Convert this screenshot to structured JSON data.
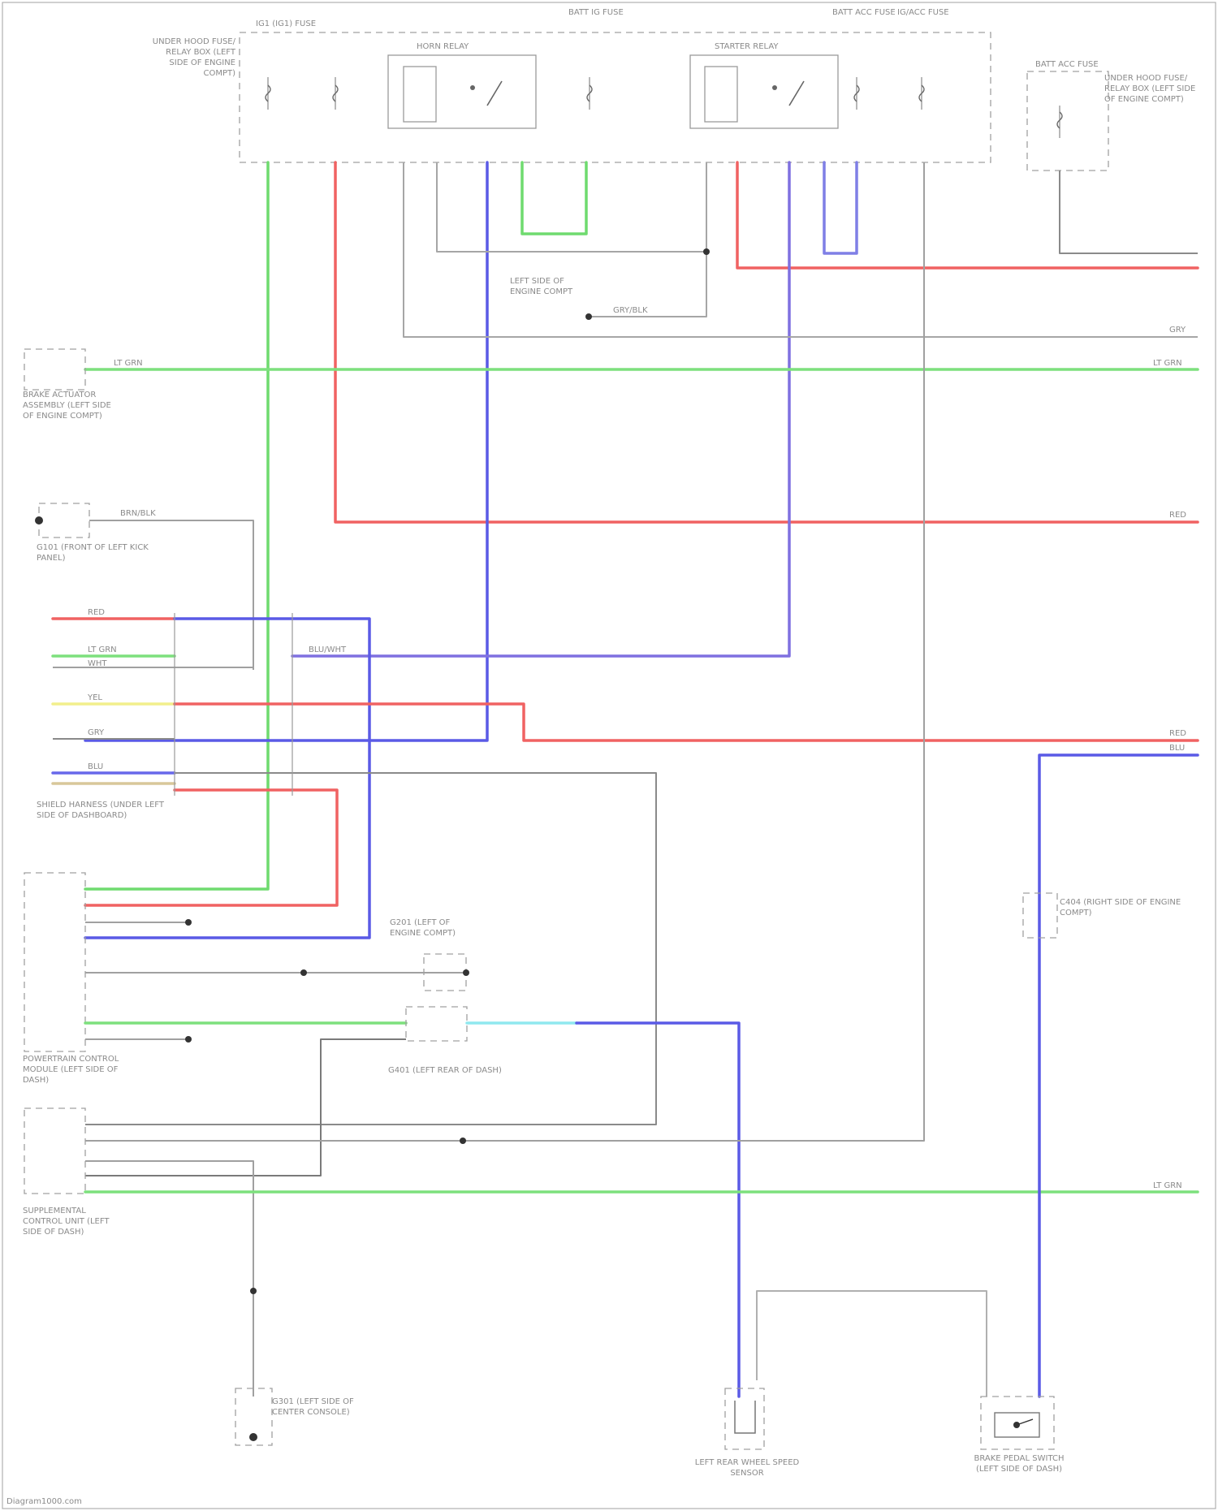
{
  "labels": {
    "fuse_main": "IG1 (IG1) FUSE",
    "fuse_top_center": "BATT IG FUSE",
    "fuse_top_right_a": "BATT ACC FUSE",
    "fuse_top_right_b": "IG/ACC FUSE",
    "fuse_far_right": "BATT ACC FUSE",
    "unit_left_top": "UNDER HOOD FUSE/ RELAY BOX (LEFT SIDE OF ENGINE COMPT)",
    "relay_1": "HORN RELAY",
    "relay_2": "STARTER RELAY",
    "unit_right_top": "UNDER HOOD FUSE/ RELAY BOX (LEFT SIDE OF ENGINE COMPT)",
    "ground_top": "LEFT SIDE OF ENGINE COMPT",
    "actuator": "BRAKE ACTUATOR ASSEMBLY (LEFT SIDE OF ENGINE COMPT)",
    "ground_left": "G101 (FRONT OF LEFT KICK PANEL)",
    "harness_note": "SHIELD HARNESS (UNDER LEFT SIDE OF DASHBOARD)",
    "module_left": "POWERTRAIN CONTROL MODULE (LEFT SIDE OF DASH)",
    "bcm_ground": "G201 (LEFT OF ENGINE COMPT)",
    "ground_lower": "G401 (LEFT REAR OF DASH)",
    "module_lower": "SUPPLEMENTAL CONTROL UNIT (LEFT SIDE OF DASH)",
    "ground_bottom": "G301 (LEFT SIDE OF CENTER CONSOLE)",
    "sensor_bottom_mid": "LEFT REAR WHEEL SPEED SENSOR",
    "connector_right": "C404 (RIGHT SIDE OF ENGINE COMPT)",
    "switch_bottom_right": "BRAKE PEDAL SWITCH (LEFT SIDE OF DASH)",
    "watermark": "Diagram1000.com",
    "wire_grn": "LT GRN",
    "wire_red": "RED",
    "wire_blu": "BLU",
    "wire_gry": "GRY",
    "wire_yel": "YEL",
    "wire_wht": "WHT",
    "wire_brn": "BRN/BLK",
    "wire_blu_wht": "BLU/WHT",
    "wire_gry_blk": "GRY/BLK"
  },
  "colors": {
    "green": "#6fdb6f",
    "red": "#f06262",
    "blue": "#5a5ae6",
    "purple": "#7f70e0",
    "gray": "#9a9a9a",
    "cyan": "#8fe8ef",
    "yellow": "#f2ef8c",
    "tan": "#d8c79a",
    "ground": "#333333"
  }
}
